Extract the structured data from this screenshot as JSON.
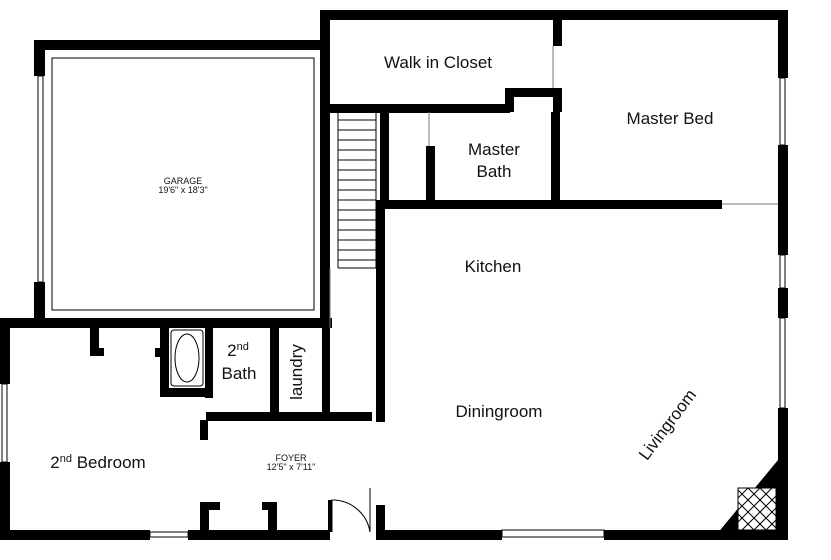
{
  "rooms": {
    "garage": {
      "name": "GARAGE",
      "dims": "19'6\" x 18'3\""
    },
    "walk_in_closet": {
      "name": "Walk in Closet"
    },
    "master_bed": {
      "name": "Master Bed"
    },
    "master_bath": {
      "line1": "Master",
      "line2": "Bath"
    },
    "kitchen": {
      "name": "Kitchen"
    },
    "diningroom": {
      "name": "Diningroom"
    },
    "livingroom": {
      "name": "Livingroom"
    },
    "second_bath": {
      "num": "2",
      "sup": "nd",
      "line2": "Bath"
    },
    "laundry": {
      "name": "laundry"
    },
    "foyer": {
      "name": "FOYER",
      "dims": "12'5\" x 7'11\""
    },
    "second_bedroom": {
      "num": "2",
      "sup": "nd",
      "rest": " Bedroom"
    }
  },
  "colors": {
    "wall": "#000000",
    "background": "#ffffff",
    "text": "#111111"
  }
}
